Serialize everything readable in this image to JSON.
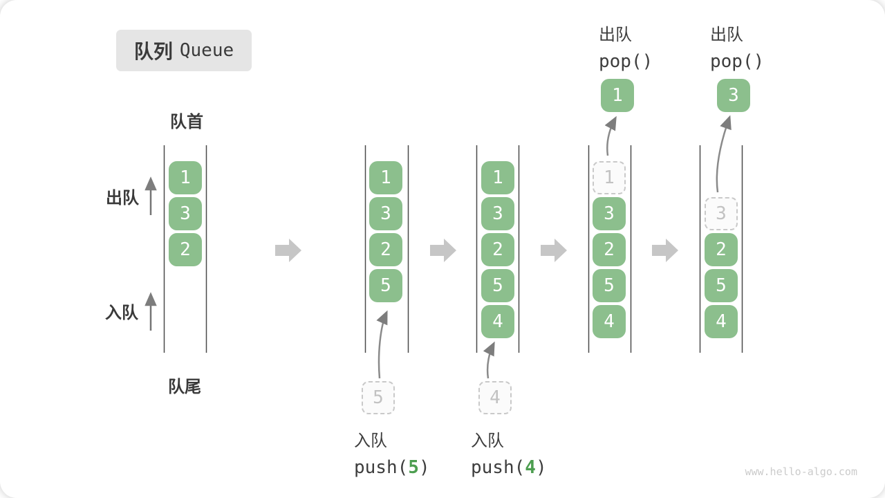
{
  "title": {
    "zh": "队列",
    "en": "Queue"
  },
  "labels": {
    "front": "队首",
    "rear": "队尾",
    "dequeue_side": "出队",
    "enqueue_side": "入队"
  },
  "states": [
    {
      "items": [
        "1",
        "3",
        "2"
      ]
    },
    {
      "items": [
        "1",
        "3",
        "2",
        "5"
      ]
    },
    {
      "items": [
        "1",
        "3",
        "2",
        "5",
        "4"
      ]
    },
    {
      "ghost": "1",
      "items": [
        "3",
        "2",
        "5",
        "4"
      ]
    },
    {
      "ghost": "3",
      "items": [
        "2",
        "5",
        "4"
      ]
    }
  ],
  "staging": [
    {
      "value": "5"
    },
    {
      "value": "4"
    }
  ],
  "popped": [
    {
      "value": "1"
    },
    {
      "value": "3"
    }
  ],
  "annotations": {
    "enqueue5": {
      "label": "入队",
      "fn_open": "push(",
      "arg": "5",
      "fn_close": ")"
    },
    "enqueue4": {
      "label": "入队",
      "fn_open": "push(",
      "arg": "4",
      "fn_close": ")"
    },
    "dequeue1": {
      "label": "出队",
      "code": "pop()"
    },
    "dequeue2": {
      "label": "出队",
      "code": "pop()"
    }
  },
  "watermark": "www.hello-algo.com",
  "colors": {
    "box_green": "#8cbf8d",
    "accent_green": "#4d9e50",
    "channel_line": "#4a4a4a",
    "block_arrow": "#c6c6c6",
    "thin_arrow": "#8a8a8a",
    "title_bg": "#e5e5e5"
  }
}
